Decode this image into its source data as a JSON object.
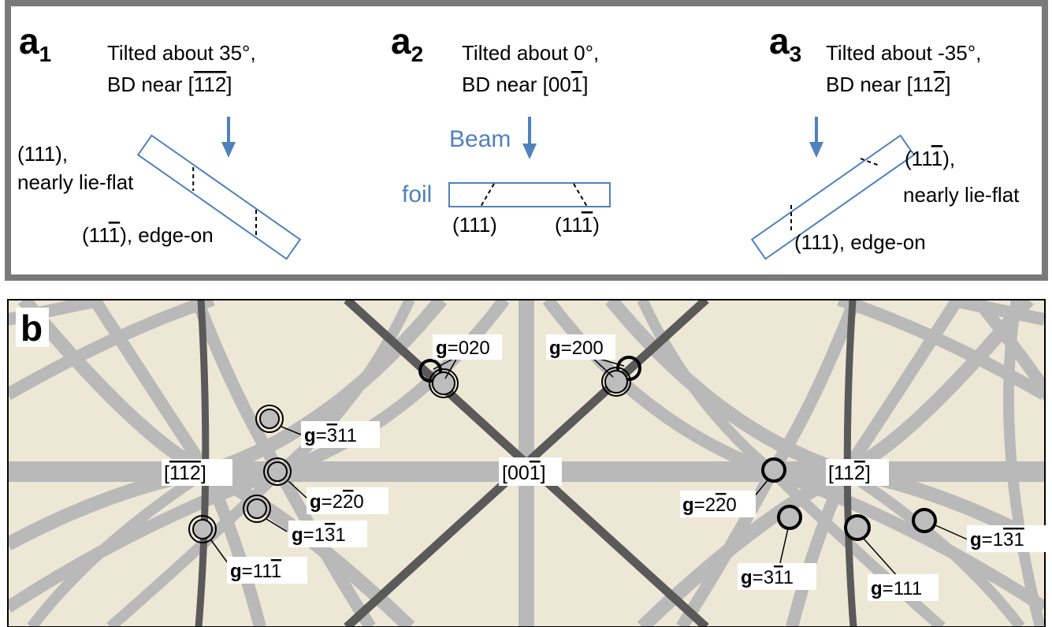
{
  "panel_a1": {
    "label_main": "a",
    "label_sub": "1",
    "line1": "Tilted about 35°,",
    "line2_prefix": "BD near [",
    "line2_miller": [
      "1",
      "1",
      "2"
    ],
    "line2_suffix": "]",
    "plane_flat_line1": "(111),",
    "plane_flat_line2": "nearly lie-flat",
    "plane_edge_prefix": "(11",
    "plane_edge_bar": "1",
    "plane_edge_suffix": "), edge-on"
  },
  "panel_a2": {
    "label_main": "a",
    "label_sub": "2",
    "line1": "Tilted about 0°,",
    "line2_prefix": "BD near [00",
    "line2_bar": "1",
    "line2_suffix": "]",
    "beam_label": "Beam",
    "foil_label": "foil",
    "plane_left": "(111)",
    "plane_right_prefix": "(11",
    "plane_right_bar": "1",
    "plane_right_suffix": ")"
  },
  "panel_a3": {
    "label_main": "a",
    "label_sub": "3",
    "line1": "Tilted about -35°,",
    "line2_prefix": "BD near [11",
    "line2_bar": "2",
    "line2_suffix": "]",
    "plane_flat_prefix": "(11",
    "plane_flat_bar": "1",
    "plane_flat_suffix": "),",
    "plane_flat_line2": "nearly lie-flat",
    "plane_edge": "(111), edge-on"
  },
  "panel_b": {
    "label": "b",
    "zone_left": {
      "open": "[",
      "d1": "1",
      "d2": "1",
      "d3": "2",
      "close": "]"
    },
    "zone_center": {
      "open": "[00",
      "d3": "1",
      "close": "]"
    },
    "zone_right": {
      "open": "[11",
      "d3": "2",
      "close": "]"
    },
    "g_prefix": "g",
    "g_eq": "=",
    "g_labels": {
      "g020": "020",
      "g200": "200",
      "g311bar_left": {
        "a": "3",
        "b": "11"
      },
      "g220_left": {
        "a": "2",
        "b": "2",
        "c": "0"
      },
      "g131_left": {
        "a": "1",
        "b": "3",
        "c": "1"
      },
      "g111bar_left": {
        "a": "11",
        "b": "1"
      },
      "g220_right": {
        "a": "2",
        "b": "2",
        "c": "0"
      },
      "g311_right": {
        "a": "3",
        "b": "1",
        "c": "1"
      },
      "g111_right": "111",
      "g131_right": {
        "a": "1",
        "b": "3",
        "c": "1"
      }
    }
  },
  "colors": {
    "frame_gray": "#7a7a7a",
    "accent_blue": "#4f81bd",
    "map_background": "#ede8d6",
    "band_light": "#b9b9b9",
    "band_dark": "#5a5a5a",
    "spot_fill": "#bdbdbd"
  }
}
